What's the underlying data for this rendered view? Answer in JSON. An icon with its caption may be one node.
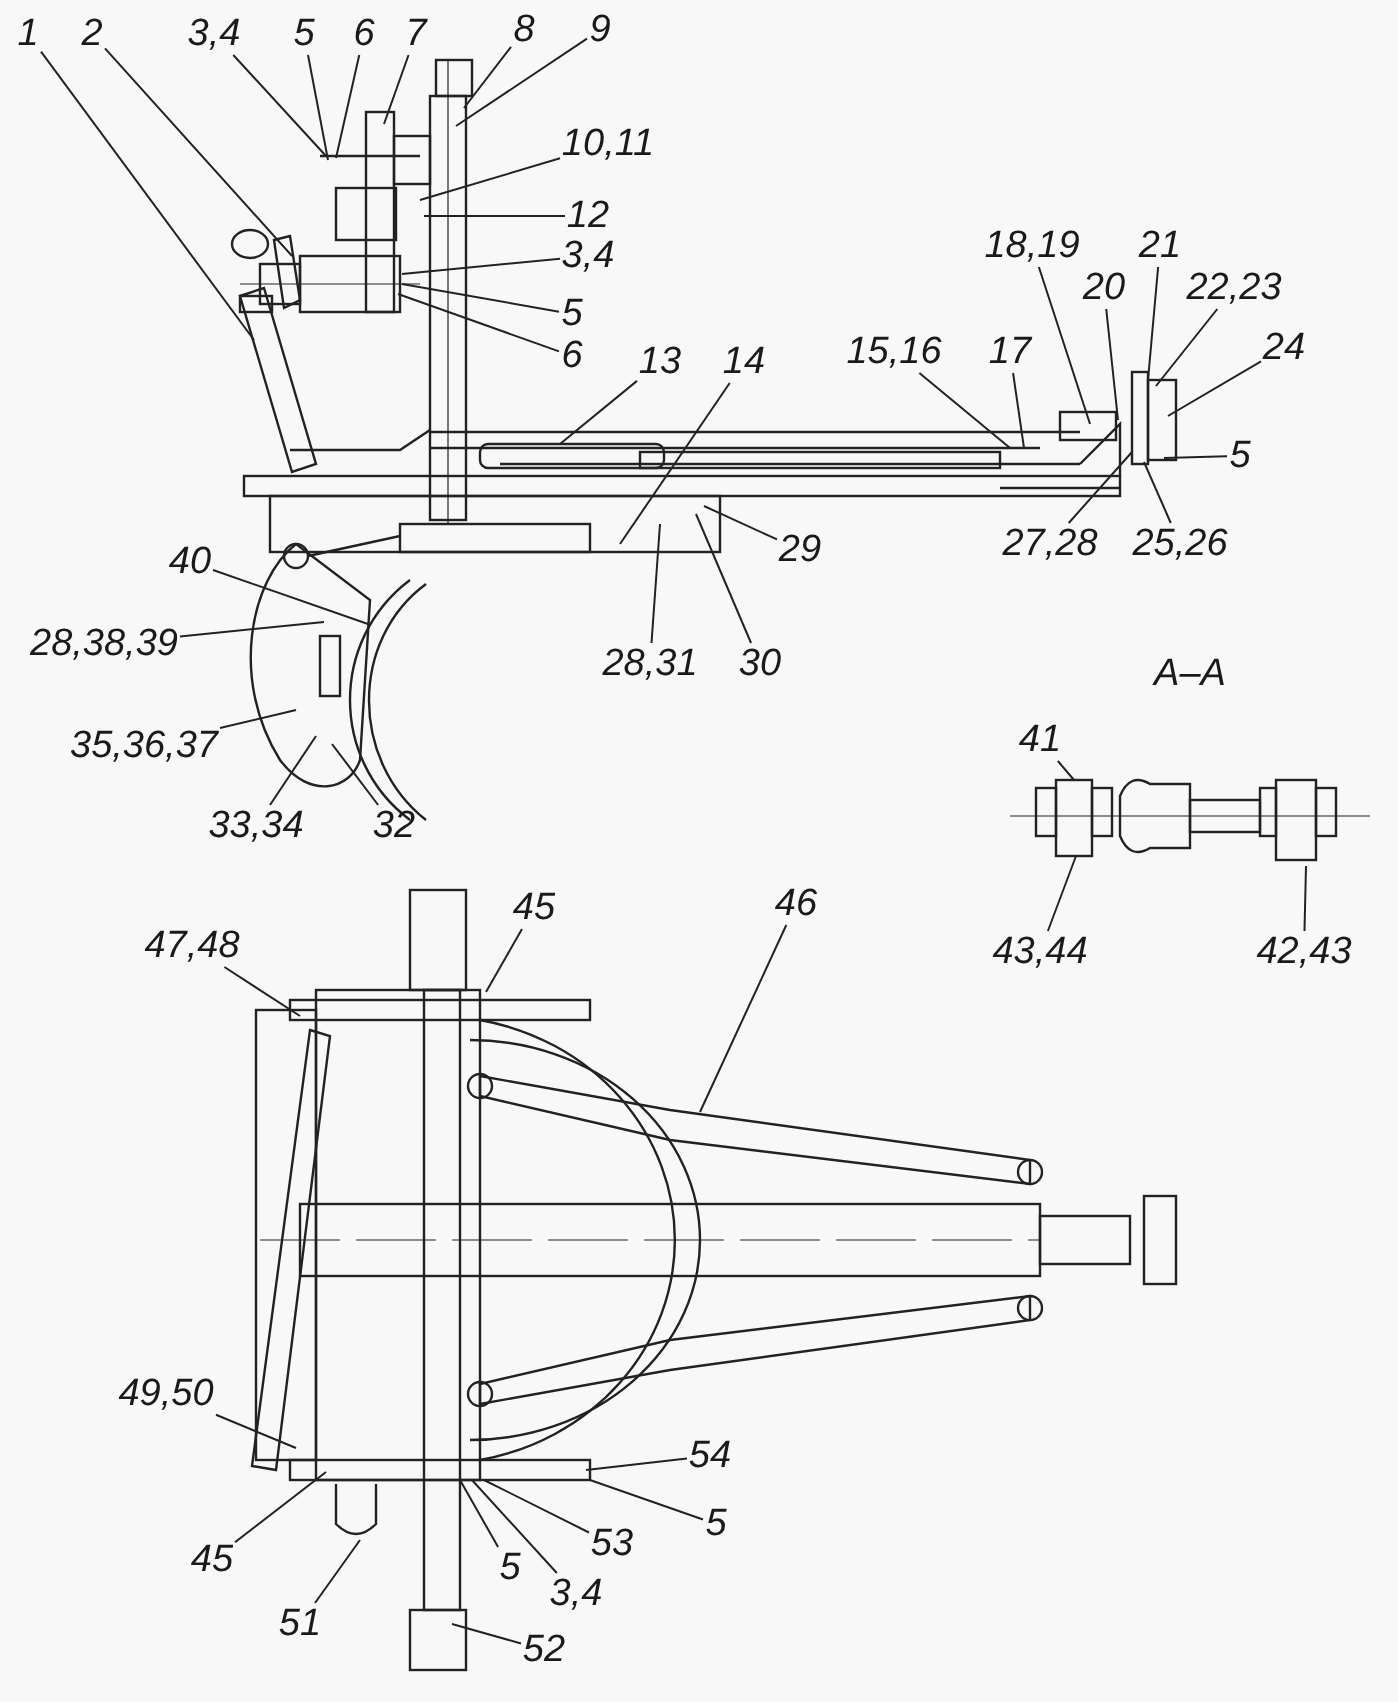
{
  "diagram": {
    "nodes": [
      {
        "text": [
          "1"
        ]
      },
      {
        "text": [
          "2"
        ]
      },
      {
        "text": [
          "3,4"
        ]
      },
      {
        "text": [
          "5"
        ]
      },
      {
        "text": [
          "6"
        ]
      },
      {
        "text": [
          "7"
        ]
      },
      {
        "text": [
          "8"
        ]
      },
      {
        "text": [
          "9"
        ]
      },
      {
        "text": [
          "10,11"
        ]
      },
      {
        "text": [
          "12"
        ]
      },
      {
        "text": [
          "3,4"
        ]
      },
      {
        "text": [
          "5"
        ]
      },
      {
        "text": [
          "6"
        ]
      },
      {
        "text": [
          "13"
        ]
      },
      {
        "text": [
          "14"
        ]
      },
      {
        "text": [
          "15,16"
        ]
      },
      {
        "text": [
          "17"
        ]
      },
      {
        "text": [
          "18,19"
        ]
      },
      {
        "text": [
          "20"
        ]
      },
      {
        "text": [
          "21"
        ]
      },
      {
        "text": [
          "22,23"
        ]
      },
      {
        "text": [
          "24"
        ]
      },
      {
        "text": [
          "5"
        ]
      },
      {
        "text": [
          "25,26"
        ]
      },
      {
        "text": [
          "27,28"
        ]
      },
      {
        "text": [
          "29"
        ]
      },
      {
        "text": [
          "30"
        ]
      },
      {
        "text": [
          "28,31"
        ]
      },
      {
        "text": [
          "40"
        ]
      },
      {
        "text": [
          "28,38,39"
        ]
      },
      {
        "text": [
          "35,36,37"
        ]
      },
      {
        "text": [
          "33,34"
        ]
      },
      {
        "text": [
          "32"
        ]
      },
      {
        "text": [
          "41"
        ]
      },
      {
        "text": [
          "43,44"
        ]
      },
      {
        "text": [
          "42,43"
        ]
      },
      {
        "text": [
          "45"
        ]
      },
      {
        "text": [
          "46"
        ]
      },
      {
        "text": [
          "47,48"
        ]
      },
      {
        "text": [
          "49,50"
        ]
      },
      {
        "text": [
          "45"
        ]
      },
      {
        "text": [
          "51"
        ]
      },
      {
        "text": [
          "5"
        ]
      },
      {
        "text": [
          "3,4"
        ]
      },
      {
        "text": [
          "53"
        ]
      },
      {
        "text": [
          "54"
        ]
      },
      {
        "text": [
          "5"
        ]
      },
      {
        "text": [
          "52"
        ]
      }
    ],
    "edges": [
      {
        "from": 0,
        "to": null,
        "arrow": "none"
      },
      {
        "from": 1,
        "to": null,
        "arrow": "none"
      },
      {
        "from": 2,
        "to": null,
        "arrow": "none"
      },
      {
        "from": 3,
        "to": null,
        "arrow": "none"
      },
      {
        "from": 4,
        "to": null,
        "arrow": "none"
      },
      {
        "from": 5,
        "to": null,
        "arrow": "none"
      },
      {
        "from": 6,
        "to": null,
        "arrow": "none"
      },
      {
        "from": 7,
        "to": null,
        "arrow": "none"
      },
      {
        "from": 8,
        "to": null,
        "arrow": "none"
      },
      {
        "from": 9,
        "to": null,
        "arrow": "none"
      },
      {
        "from": 10,
        "to": null,
        "arrow": "none"
      },
      {
        "from": 11,
        "to": null,
        "arrow": "none"
      },
      {
        "from": 12,
        "to": null,
        "arrow": "none"
      },
      {
        "from": 13,
        "to": null,
        "arrow": "none"
      },
      {
        "from": 14,
        "to": null,
        "arrow": "none"
      },
      {
        "from": 15,
        "to": null,
        "arrow": "none"
      },
      {
        "from": 16,
        "to": null,
        "arrow": "none"
      },
      {
        "from": 17,
        "to": null,
        "arrow": "none"
      },
      {
        "from": 18,
        "to": null,
        "arrow": "none"
      },
      {
        "from": 19,
        "to": null,
        "arrow": "none"
      },
      {
        "from": 20,
        "to": null,
        "arrow": "none"
      },
      {
        "from": 21,
        "to": null,
        "arrow": "none"
      },
      {
        "from": 22,
        "to": null,
        "arrow": "none"
      },
      {
        "from": 23,
        "to": null,
        "arrow": "none"
      },
      {
        "from": 24,
        "to": null,
        "arrow": "none"
      },
      {
        "from": 25,
        "to": null,
        "arrow": "none"
      },
      {
        "from": 26,
        "to": null,
        "arrow": "none"
      },
      {
        "from": 27,
        "to": null,
        "arrow": "none"
      },
      {
        "from": 28,
        "to": null,
        "arrow": "none"
      },
      {
        "from": 29,
        "to": null,
        "arrow": "none"
      },
      {
        "from": 30,
        "to": null,
        "arrow": "none"
      },
      {
        "from": 31,
        "to": null,
        "arrow": "none"
      },
      {
        "from": 32,
        "to": null,
        "arrow": "none"
      },
      {
        "from": 33,
        "to": null,
        "arrow": "none"
      },
      {
        "from": 34,
        "to": null,
        "arrow": "none"
      },
      {
        "from": 35,
        "to": null,
        "arrow": "none"
      },
      {
        "from": 36,
        "to": null,
        "arrow": "none"
      },
      {
        "from": 37,
        "to": null,
        "arrow": "none"
      },
      {
        "from": 38,
        "to": null,
        "arrow": "none"
      },
      {
        "from": 39,
        "to": null,
        "arrow": "none"
      },
      {
        "from": 40,
        "to": null,
        "arrow": "none"
      },
      {
        "from": 41,
        "to": null,
        "arrow": "none"
      },
      {
        "from": 42,
        "to": null,
        "arrow": "none"
      },
      {
        "from": 43,
        "to": null,
        "arrow": "none"
      },
      {
        "from": 44,
        "to": null,
        "arrow": "none"
      },
      {
        "from": 45,
        "to": null,
        "arrow": "none"
      },
      {
        "from": 46,
        "to": null,
        "arrow": "none"
      },
      {
        "from": 47,
        "to": null,
        "arrow": "none"
      }
    ],
    "labels": [
      "A–A"
    ]
  }
}
